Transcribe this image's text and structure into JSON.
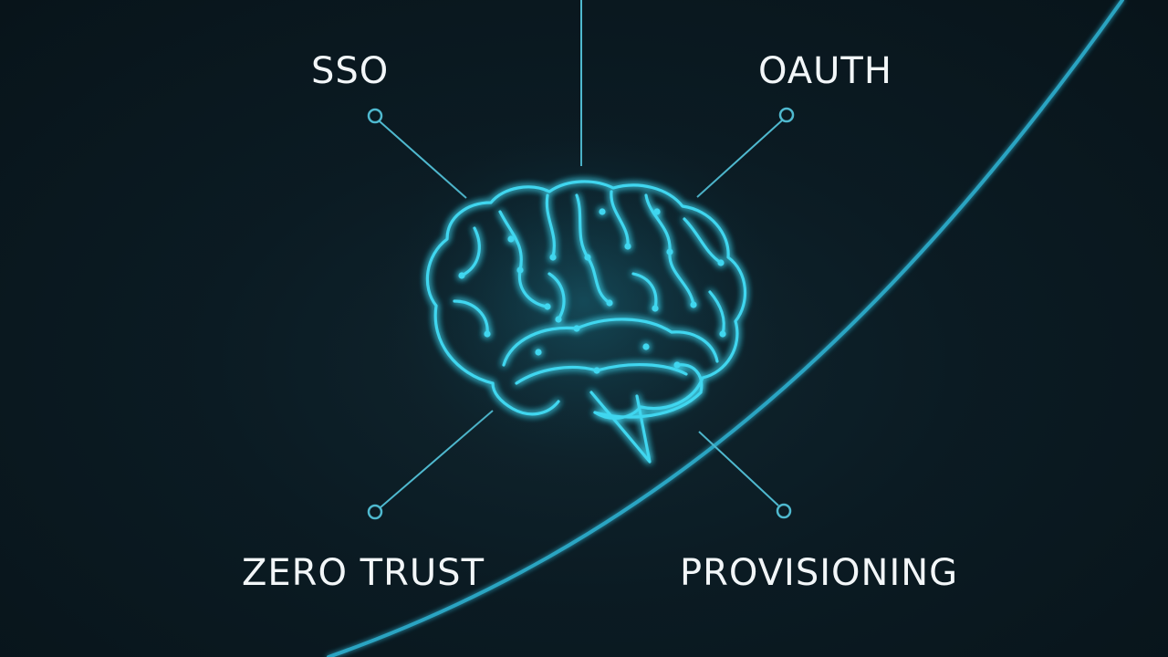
{
  "diagram": {
    "labels": {
      "sso": "SSO",
      "oauth": "OAUTH",
      "zero_trust": "ZERO TRUST",
      "provisioning": "PROVISIONING"
    },
    "center_icon": "brain-circuit-icon",
    "colors": {
      "background": "#0b1a22",
      "accent": "#3fd6ef",
      "connector": "#4fb9cf",
      "text": "#f2f6f8"
    }
  }
}
